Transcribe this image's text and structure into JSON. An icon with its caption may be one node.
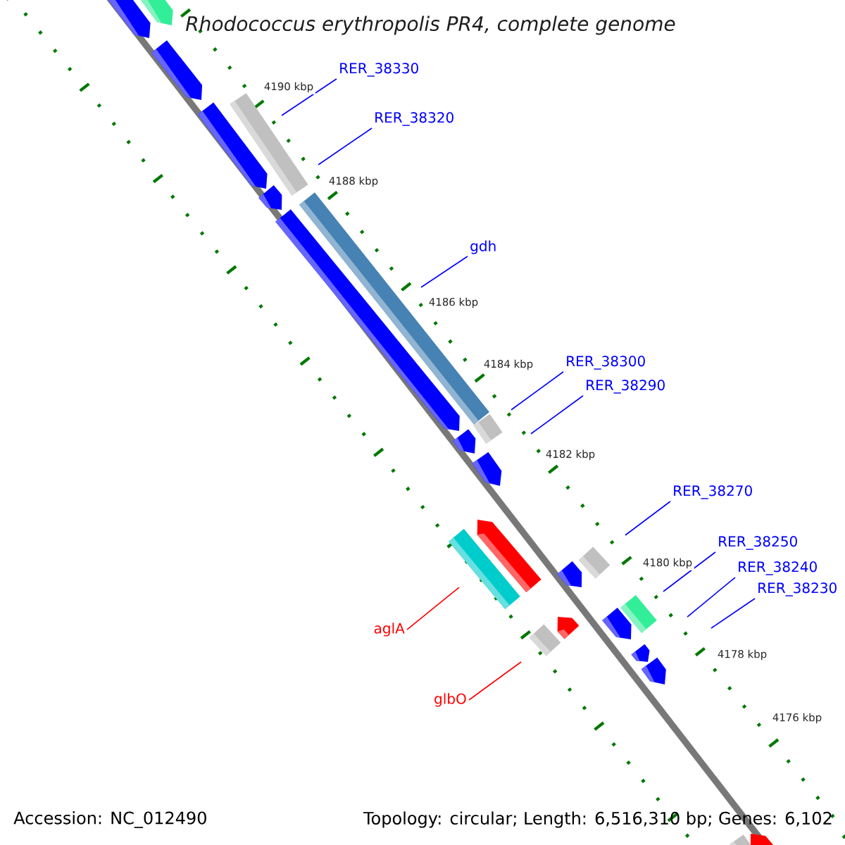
{
  "diagram": {
    "title": "Rhodococcus erythropolis PR4, complete genome",
    "nodes": [
      {
        "text": [
          "RER_38330"
        ]
      },
      {
        "text": [
          "RER_38320"
        ]
      },
      {
        "text": [
          "gdh"
        ]
      },
      {
        "text": [
          "RER_38300"
        ]
      },
      {
        "text": [
          "RER_38290"
        ]
      },
      {
        "text": [
          "RER_38270"
        ]
      },
      {
        "text": [
          "RER_38250"
        ]
      },
      {
        "text": [
          "RER_38240"
        ]
      },
      {
        "text": [
          "RER_38230"
        ]
      },
      {
        "text": [
          "aglA"
        ]
      },
      {
        "text": [
          "glbO"
        ]
      }
    ],
    "edges": [
      {
        "from": 0,
        "to": null,
        "arrow": "none"
      },
      {
        "from": 1,
        "to": null,
        "arrow": "none"
      },
      {
        "from": 2,
        "to": null,
        "arrow": "none"
      },
      {
        "from": 3,
        "to": null,
        "arrow": "none"
      },
      {
        "from": 4,
        "to": null,
        "arrow": "none"
      },
      {
        "from": 5,
        "to": null,
        "arrow": "none"
      },
      {
        "from": 6,
        "to": null,
        "arrow": "none"
      },
      {
        "from": 7,
        "to": null,
        "arrow": "none"
      },
      {
        "from": 8,
        "to": null,
        "arrow": "none"
      },
      {
        "from": 9,
        "to": null,
        "arrow": "none",
        "color": "#ff0000"
      },
      {
        "from": 10,
        "to": null,
        "arrow": "none",
        "color": "#ff0000"
      }
    ],
    "labels": [
      "4190 kbp",
      "4188 kbp",
      "4186 kbp",
      "4184 kbp",
      "4182 kbp",
      "4180 kbp",
      "4178 kbp",
      "4176 kbp",
      "Accession: NC_012490",
      "Topology: circular; Length: 6,516,310 bp; Genes: 6,102"
    ]
  }
}
